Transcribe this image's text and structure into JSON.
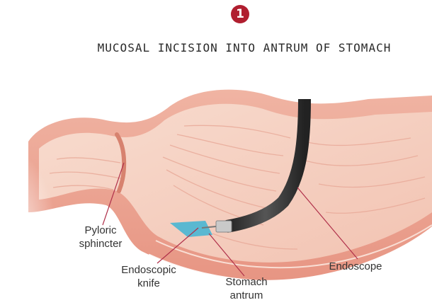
{
  "step": {
    "number": "1"
  },
  "title": "MUCOSAL INCISION INTO ANTRUM OF STOMACH",
  "labels": {
    "pyloric_line1": "Pyloric",
    "pyloric_line2": "sphincter",
    "knife_line1": "Endoscopic",
    "knife_line2": "knife",
    "antrum_line1": "Stomach",
    "antrum_line2": "antrum",
    "endoscope": "Endoscope"
  },
  "colors": {
    "step_badge": "#b01e2f",
    "stomach_outer": "#e59c8c",
    "stomach_wall": "#f4c3b3",
    "stomach_inner": "#f7d4c6",
    "endoscope": "#3a3a3a",
    "knife_fluid": "#49b6d3",
    "leader_line": "#b0304a"
  }
}
